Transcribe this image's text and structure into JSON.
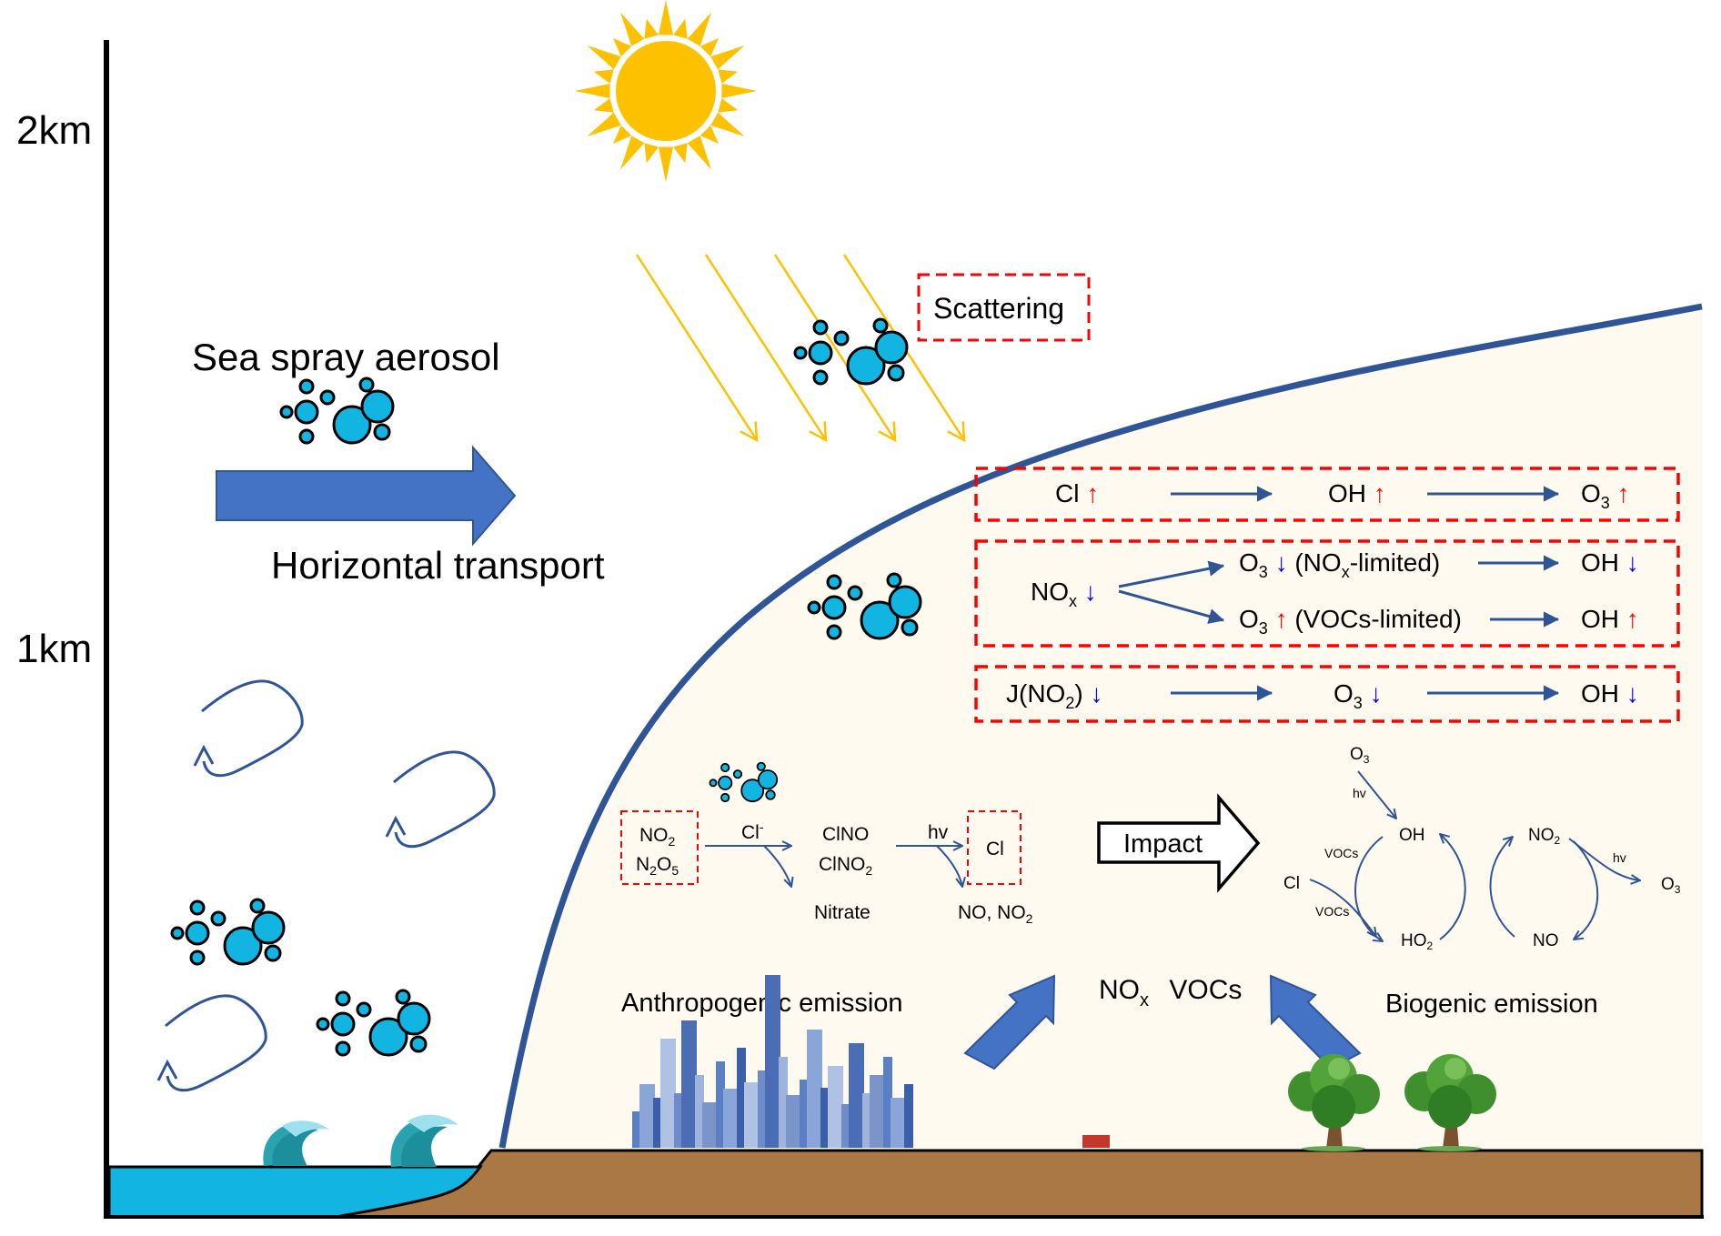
{
  "axis": {
    "ticks": [
      {
        "label": "2km",
        "value_km": 2
      },
      {
        "label": "1km",
        "value_km": 1
      }
    ]
  },
  "colors": {
    "boundary": "#2f5597",
    "boundary_fill": "#fefaef",
    "water": "#12b5e2",
    "ground": "#a97845",
    "sun": "#fdc100",
    "block_arrow": "#4472c4",
    "flow_arrow": "#2f5597",
    "dashed_box": "#ff0000",
    "increase_arrow": "#ff0000",
    "decrease_arrow": "#0000ff",
    "aerosol": "#12b5e2"
  },
  "labels": {
    "sea_spray": "Sea spray aerosol",
    "horizontal_transport": "Horizontal transport",
    "scattering": "Scattering",
    "anthropogenic": "Anthropogenic emission",
    "biogenic": "Biogenic emission",
    "impact": "Impact",
    "emission_species": {
      "nox": "NO",
      "nox_sub": "x",
      "vocs": "VOCs"
    }
  },
  "effects": {
    "row1": {
      "items": [
        {
          "text": "Cl",
          "trend": "up"
        },
        {
          "text": "OH",
          "trend": "up"
        },
        {
          "text": "O",
          "sub": "3",
          "trend": "up"
        }
      ]
    },
    "row2": {
      "source": {
        "text": "NO",
        "sub": "x",
        "trend": "down"
      },
      "branches": [
        {
          "text": "O",
          "sub": "3",
          "trend": "down",
          "note_pre": "(NO",
          "note_sub": "x",
          "note_post": "-limited)",
          "result": "OH",
          "result_trend": "down"
        },
        {
          "text": "O",
          "sub": "3",
          "trend": "up",
          "note_pre": "(VOCs-limited)",
          "result": "OH",
          "result_trend": "up"
        }
      ]
    },
    "row3": {
      "items": [
        {
          "text": "J(NO",
          "sub": "2",
          "post": ")",
          "trend": "down"
        },
        {
          "text": "O",
          "sub": "3",
          "trend": "down"
        },
        {
          "text": "OH",
          "trend": "down"
        }
      ]
    },
    "arrow_glyphs": {
      "up": "↑",
      "down": "↓"
    }
  },
  "chlorine_chain": {
    "reactants": [
      "NO",
      "N"
    ],
    "reactant_lines": [
      {
        "a": "NO",
        "s": "2",
        "b": ""
      },
      {
        "a": "N",
        "s": "2",
        "b": "O",
        "s2": "5"
      }
    ],
    "catalyst": "Cl",
    "catalyst_sup": "-",
    "intermediates": [
      {
        "a": "ClNO",
        "s": ""
      },
      {
        "a": "ClNO",
        "s": "2"
      }
    ],
    "side_product_1": "Nitrate",
    "photolysis": "hv",
    "product": "Cl",
    "side_product_2_pre": "NO, NO",
    "side_product_2_sub": "2"
  },
  "radical_cycle": {
    "o3_top": {
      "a": "O",
      "s": "3"
    },
    "hv_top": "hv",
    "oh": "OH",
    "vocs_upper": "VOCs",
    "cl": "Cl",
    "vocs_lower": "VOCs",
    "ho2": {
      "a": "HO",
      "s": "2"
    },
    "no2": {
      "a": "NO",
      "s": "2"
    },
    "hv_right": "hv",
    "o3_right": {
      "a": "O",
      "s": "3"
    },
    "no": "NO"
  }
}
